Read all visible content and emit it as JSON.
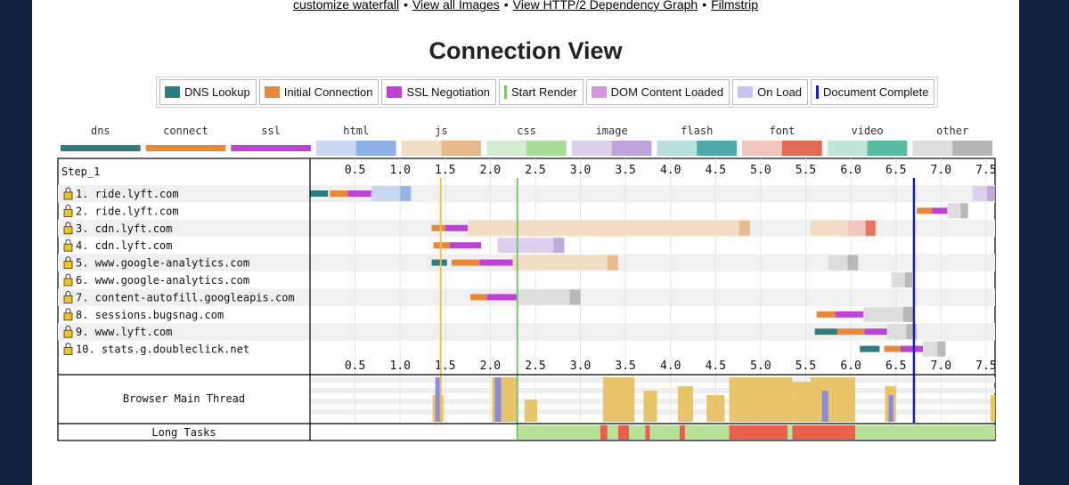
{
  "links": [
    "customize waterfall",
    "View all Images",
    "View HTTP/2 Dependency Graph",
    "Filmstrip"
  ],
  "link_separator": "•",
  "title": "Connection View",
  "legend": [
    {
      "label": "DNS Lookup",
      "color": "#2e7b80",
      "kind": "box"
    },
    {
      "label": "Initial Connection",
      "color": "#e8893a",
      "kind": "box"
    },
    {
      "label": "SSL Negotiation",
      "color": "#bb44d4",
      "kind": "box"
    },
    {
      "label": "Start Render",
      "color": "#7ec26c",
      "kind": "line"
    },
    {
      "label": "DOM Content Loaded",
      "color": "#d397dc",
      "kind": "box"
    },
    {
      "label": "On Load",
      "color": "#c3c6f2",
      "kind": "box"
    },
    {
      "label": "Document Complete",
      "color": "#1a1ac8",
      "kind": "line"
    }
  ],
  "type_legend": [
    {
      "label": "dns",
      "light": "#2e7b80",
      "dark": "#2e7b80"
    },
    {
      "label": "connect",
      "light": "#e8893a",
      "dark": "#e8893a"
    },
    {
      "label": "ssl",
      "light": "#bb44d4",
      "dark": "#bb44d4"
    },
    {
      "label": "html",
      "light": "#c9d8f0",
      "dark": "#8fb0e6"
    },
    {
      "label": "js",
      "light": "#f1dcc5",
      "dark": "#e8b98a"
    },
    {
      "label": "css",
      "light": "#d6ecd2",
      "dark": "#a9dd9c"
    },
    {
      "label": "image",
      "light": "#ddd0ec",
      "dark": "#bea4da"
    },
    {
      "label": "flash",
      "light": "#b8dede",
      "dark": "#4fa8a8"
    },
    {
      "label": "font",
      "light": "#f2c6bf",
      "dark": "#e06a55"
    },
    {
      "label": "video",
      "light": "#bfe6d9",
      "dark": "#58bda0"
    },
    {
      "label": "other",
      "light": "#dddddd",
      "dark": "#b5b5b5"
    }
  ],
  "step_label": "Step_1",
  "thread_label": "Browser Main Thread",
  "long_tasks_label": "Long Tasks",
  "chart_data": {
    "type": "waterfall",
    "x_unit": "seconds",
    "xlim": [
      0,
      7.6
    ],
    "ticks": [
      "0.5",
      "1.0",
      "1.5",
      "2.0",
      "2.5",
      "3.0",
      "3.5",
      "4.0",
      "4.5",
      "5.0",
      "5.5",
      "6.0",
      "6.5",
      "7.0",
      "7.5"
    ],
    "markers": {
      "first_marker_s": 1.45,
      "start_render_s": 2.3,
      "document_complete_s": 6.7
    },
    "rows": [
      {
        "label": "1. ride.lyft.com",
        "segments": [
          {
            "type": "dns",
            "start": 0.0,
            "end": 0.2
          },
          {
            "type": "connect",
            "start": 0.22,
            "end": 0.42
          },
          {
            "type": "ssl",
            "start": 0.42,
            "end": 0.68
          },
          {
            "type": "html",
            "start": 0.68,
            "end": 1.12
          },
          {
            "type": "image",
            "start": 7.35,
            "end": 7.6
          }
        ]
      },
      {
        "label": "2. ride.lyft.com",
        "segments": [
          {
            "type": "connect",
            "start": 6.73,
            "end": 6.9
          },
          {
            "type": "ssl",
            "start": 6.9,
            "end": 7.07
          },
          {
            "type": "other",
            "start": 7.07,
            "end": 7.3
          }
        ]
      },
      {
        "label": "3. cdn.lyft.com",
        "segments": [
          {
            "type": "connect",
            "start": 1.35,
            "end": 1.5
          },
          {
            "type": "ssl",
            "start": 1.5,
            "end": 1.75
          },
          {
            "type": "js",
            "start": 1.75,
            "end": 4.88
          },
          {
            "type": "js",
            "start": 5.55,
            "end": 6.28
          },
          {
            "type": "font",
            "start": 5.97,
            "end": 6.27
          }
        ]
      },
      {
        "label": "4. cdn.lyft.com",
        "segments": [
          {
            "type": "connect",
            "start": 1.37,
            "end": 1.55
          },
          {
            "type": "ssl",
            "start": 1.55,
            "end": 1.9
          },
          {
            "type": "image",
            "start": 2.08,
            "end": 2.82
          }
        ]
      },
      {
        "label": "5. www.google-analytics.com",
        "segments": [
          {
            "type": "dns",
            "start": 1.35,
            "end": 1.52
          },
          {
            "type": "connect",
            "start": 1.57,
            "end": 1.88
          },
          {
            "type": "ssl",
            "start": 1.88,
            "end": 2.25
          },
          {
            "type": "js",
            "start": 2.25,
            "end": 3.42
          },
          {
            "type": "other",
            "start": 5.75,
            "end": 6.08
          }
        ]
      },
      {
        "label": "6. www.google-analytics.com",
        "segments": [
          {
            "type": "other",
            "start": 6.45,
            "end": 6.68
          }
        ]
      },
      {
        "label": "7. content-autofill.googleapis.com",
        "segments": [
          {
            "type": "connect",
            "start": 1.78,
            "end": 1.96
          },
          {
            "type": "ssl",
            "start": 1.96,
            "end": 2.3
          },
          {
            "type": "other",
            "start": 2.3,
            "end": 3.0
          }
        ]
      },
      {
        "label": "8. sessions.bugsnag.com",
        "segments": [
          {
            "type": "connect",
            "start": 5.62,
            "end": 5.83
          },
          {
            "type": "ssl",
            "start": 5.83,
            "end": 6.14
          },
          {
            "type": "other",
            "start": 6.14,
            "end": 6.7
          }
        ]
      },
      {
        "label": "9. www.lyft.com",
        "segments": [
          {
            "type": "dns",
            "start": 5.6,
            "end": 5.85
          },
          {
            "type": "connect",
            "start": 5.85,
            "end": 6.15
          },
          {
            "type": "ssl",
            "start": 6.15,
            "end": 6.4
          },
          {
            "type": "other",
            "start": 6.4,
            "end": 6.73
          }
        ]
      },
      {
        "label": "10. stats.g.doubleclick.net",
        "segments": [
          {
            "type": "dns",
            "start": 6.1,
            "end": 6.32
          },
          {
            "type": "connect",
            "start": 6.37,
            "end": 6.55
          },
          {
            "type": "ssl",
            "start": 6.55,
            "end": 6.8
          },
          {
            "type": "other",
            "start": 6.8,
            "end": 7.05
          }
        ]
      }
    ],
    "main_thread_activity": [
      {
        "start": 1.36,
        "end": 1.48,
        "level": 0.6,
        "color": "#e8c46a"
      },
      {
        "start": 1.39,
        "end": 1.44,
        "level": 1.0,
        "color": "#8a8ae0"
      },
      {
        "start": 2.02,
        "end": 2.3,
        "level": 1.0,
        "color": "#e8c46a"
      },
      {
        "start": 2.05,
        "end": 2.12,
        "level": 1.0,
        "color": "#8a8ae0"
      },
      {
        "start": 2.38,
        "end": 2.52,
        "level": 0.5,
        "color": "#e8c46a"
      },
      {
        "start": 3.25,
        "end": 3.6,
        "level": 1.0,
        "color": "#e8c46a"
      },
      {
        "start": 3.7,
        "end": 3.85,
        "level": 0.7,
        "color": "#e8c46a"
      },
      {
        "start": 4.08,
        "end": 4.25,
        "level": 0.8,
        "color": "#e8c46a"
      },
      {
        "start": 4.4,
        "end": 4.6,
        "level": 0.6,
        "color": "#e8c46a"
      },
      {
        "start": 4.65,
        "end": 5.35,
        "level": 1.0,
        "color": "#e8c46a"
      },
      {
        "start": 5.35,
        "end": 5.55,
        "level": 0.9,
        "color": "#e8c46a"
      },
      {
        "start": 5.55,
        "end": 6.05,
        "level": 1.0,
        "color": "#e8c46a"
      },
      {
        "start": 5.68,
        "end": 5.75,
        "level": 0.7,
        "color": "#8a8ae0"
      },
      {
        "start": 6.38,
        "end": 6.5,
        "level": 0.8,
        "color": "#e8c46a"
      },
      {
        "start": 6.42,
        "end": 6.47,
        "level": 0.6,
        "color": "#8a8ae0"
      },
      {
        "start": 7.55,
        "end": 7.6,
        "level": 0.6,
        "color": "#e8c46a"
      }
    ],
    "long_tasks": [
      {
        "start": 2.3,
        "end": 3.22,
        "long": false
      },
      {
        "start": 3.22,
        "end": 3.3,
        "long": true
      },
      {
        "start": 3.3,
        "end": 3.42,
        "long": false
      },
      {
        "start": 3.42,
        "end": 3.54,
        "long": true
      },
      {
        "start": 3.54,
        "end": 3.72,
        "long": false
      },
      {
        "start": 3.72,
        "end": 3.77,
        "long": true
      },
      {
        "start": 3.77,
        "end": 4.1,
        "long": false
      },
      {
        "start": 4.1,
        "end": 4.16,
        "long": true
      },
      {
        "start": 4.16,
        "end": 4.65,
        "long": false
      },
      {
        "start": 4.65,
        "end": 5.3,
        "long": true
      },
      {
        "start": 5.3,
        "end": 5.35,
        "long": false
      },
      {
        "start": 5.35,
        "end": 6.05,
        "long": true
      },
      {
        "start": 6.05,
        "end": 7.6,
        "long": false
      }
    ],
    "long_task_colors": {
      "long": "#e8604a",
      "short": "#b7e29a"
    }
  }
}
